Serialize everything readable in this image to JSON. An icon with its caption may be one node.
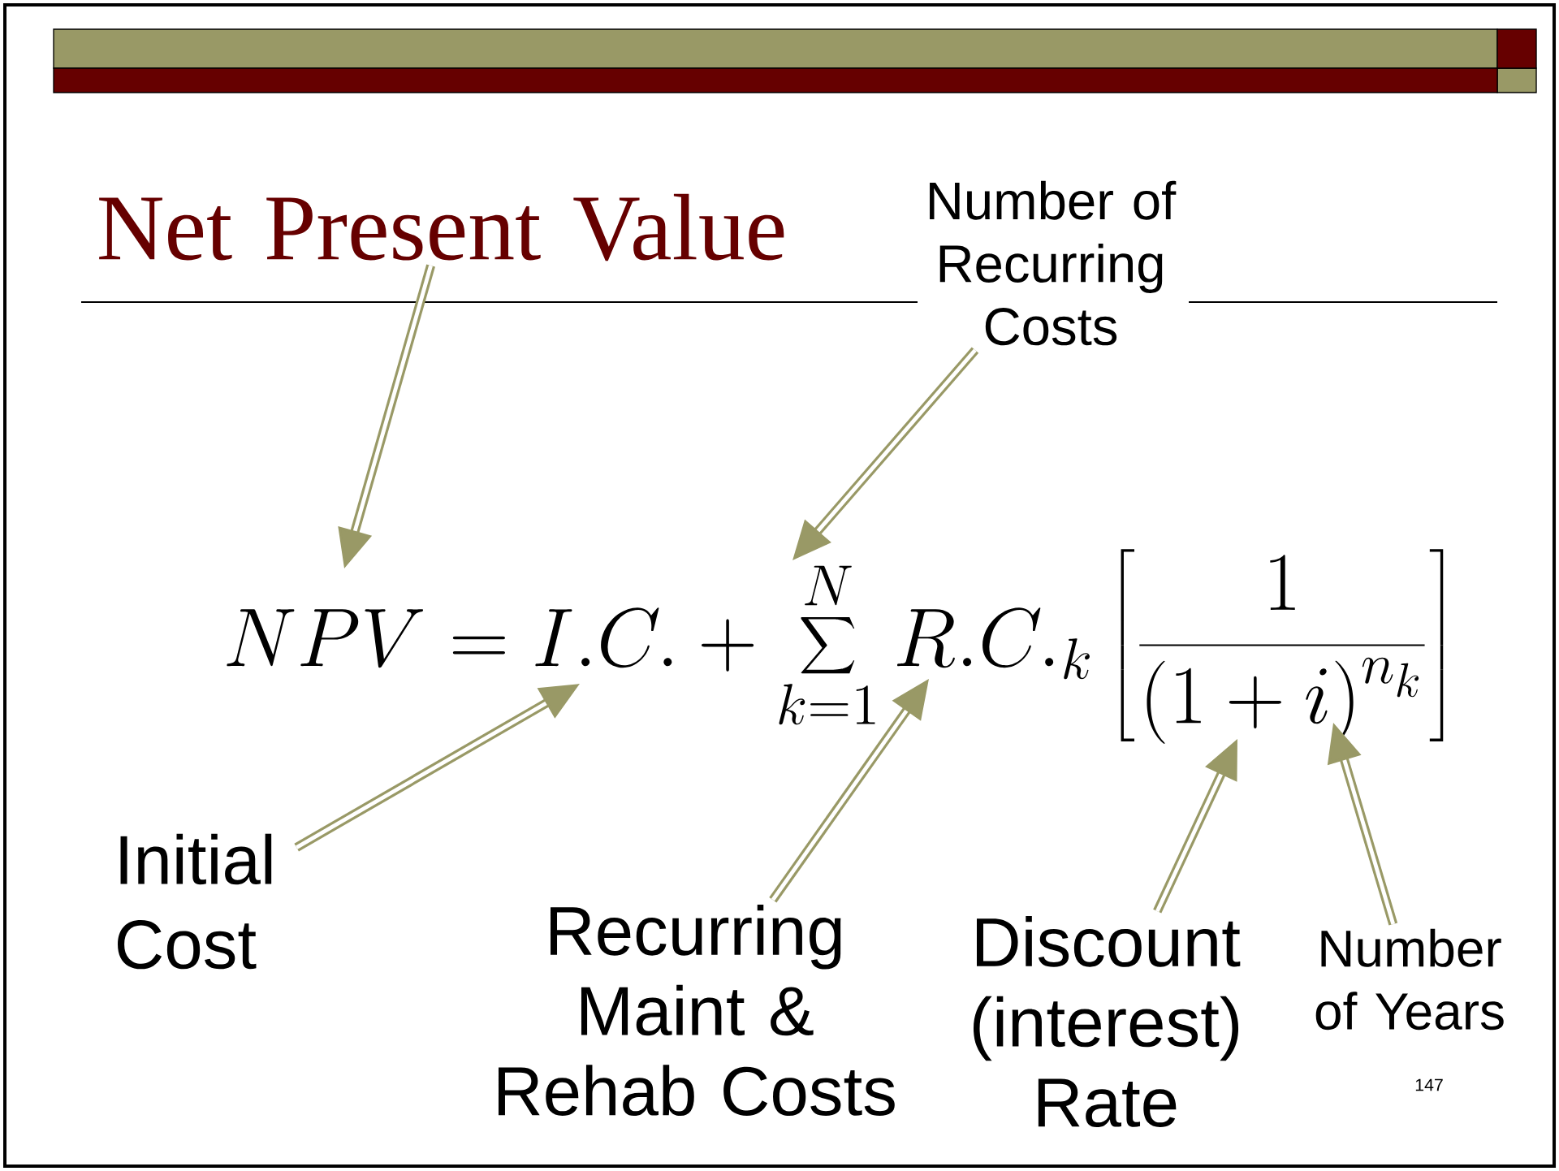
{
  "diagram": {
    "nodes": [
      {
        "text": [
          "Net Present Value"
        ]
      },
      {
        "text": [
          "Number of Recurring Costs"
        ]
      },
      {
        "text": [
          "NPV = I.C. + \\sum_{k=1}^{N} R.C._{k} \\left[ \\frac{1}{\\left(1+i\\right)^{n_{k}}} \\right]"
        ]
      },
      {
        "text": [
          "Initial Cost"
        ]
      },
      {
        "text": [
          "Recurring Maint & Rehab Costs"
        ]
      },
      {
        "text": [
          "Discount (interest) Rate"
        ]
      },
      {
        "text": [
          "Number of Years"
        ]
      }
    ],
    "edges": [
      {
        "from": 0,
        "to": 2,
        "arrow": "to"
      },
      {
        "from": 1,
        "to": 2,
        "arrow": "to"
      },
      {
        "from": 3,
        "to": 2,
        "arrow": "to"
      },
      {
        "from": 4,
        "to": 2,
        "arrow": "to"
      },
      {
        "from": 5,
        "to": 2,
        "arrow": "to"
      },
      {
        "from": 6,
        "to": 2,
        "arrow": "to"
      }
    ],
    "labels": [
      "147"
    ]
  }
}
